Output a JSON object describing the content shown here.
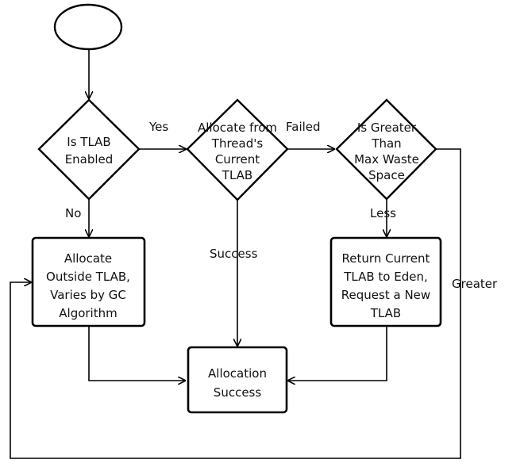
{
  "nodes": {
    "tlab_check": [
      "Is TLAB",
      "Enabled"
    ],
    "alloc_thread": [
      "Allocate from",
      "Thread's",
      "Current",
      "TLAB"
    ],
    "waste_check": [
      "Is Greater",
      "Than",
      "Max Waste",
      "Space"
    ],
    "alloc_outside": [
      "Allocate",
      "Outside TLAB,",
      "Varies by GC",
      "Algorithm"
    ],
    "return_tlab": [
      "Return Current",
      "TLAB to Eden,",
      "Request a New",
      "TLAB"
    ],
    "success": [
      "Allocation",
      "Success"
    ]
  },
  "edge_labels": {
    "yes": "Yes",
    "no": "No",
    "failed": "Failed",
    "success": "Success",
    "less": "Less",
    "greater": "Greater"
  }
}
